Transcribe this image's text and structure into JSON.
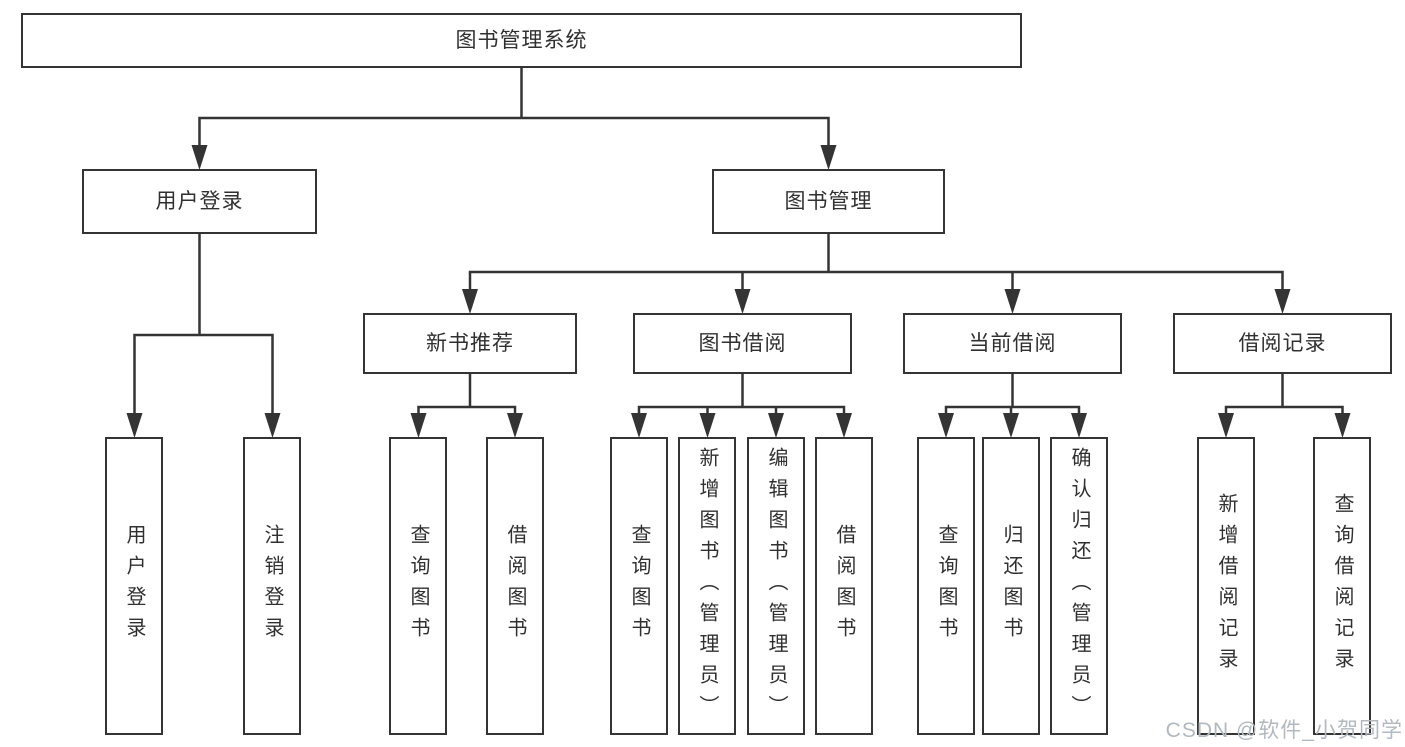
{
  "tree": {
    "root": {
      "label": "图书管理系统",
      "children": [
        {
          "label": "用户登录",
          "children": [
            {
              "label": "用户登录"
            },
            {
              "label": "注销登录"
            }
          ]
        },
        {
          "label": "图书管理",
          "children": [
            {
              "label": "新书推荐",
              "children": [
                {
                  "label": "查询图书"
                },
                {
                  "label": "借阅图书"
                }
              ]
            },
            {
              "label": "图书借阅",
              "children": [
                {
                  "label": "查询图书"
                },
                {
                  "label": "新增图书（管理员）"
                },
                {
                  "label": "编辑图书（管理员）"
                },
                {
                  "label": "借阅图书"
                }
              ]
            },
            {
              "label": "当前借阅",
              "children": [
                {
                  "label": "查询图书"
                },
                {
                  "label": "归还图书"
                },
                {
                  "label": "确认归还（管理员）"
                }
              ]
            },
            {
              "label": "借阅记录",
              "children": [
                {
                  "label": "新增借阅记录"
                },
                {
                  "label": "查询借阅记录"
                }
              ]
            }
          ]
        }
      ]
    }
  },
  "watermark": {
    "text": "CSDN @软件_小贺同学"
  },
  "colors": {
    "line": "#343434",
    "box_border": "#343434",
    "text": "#303030",
    "watermark": "#b2b8bd",
    "background": "#ffffff"
  }
}
